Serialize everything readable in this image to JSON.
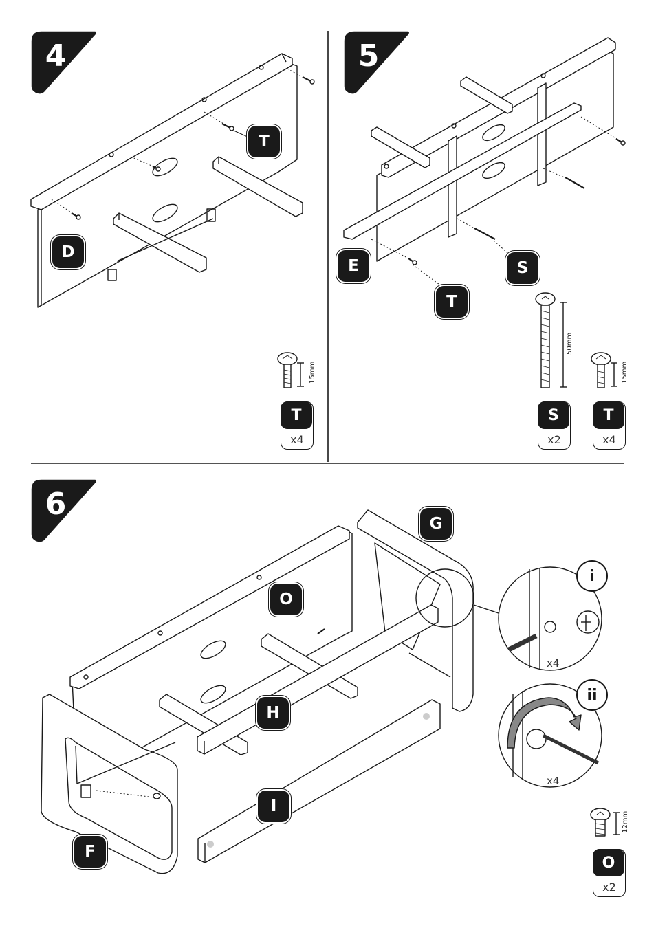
{
  "steps": [
    {
      "number": "4",
      "parts": [
        "D",
        "T"
      ],
      "hardware": [
        {
          "letter": "T",
          "qty": "x4",
          "length": "15mm"
        }
      ]
    },
    {
      "number": "5",
      "parts": [
        "E",
        "S",
        "T"
      ],
      "hardware": [
        {
          "letter": "S",
          "qty": "x2",
          "length": "50mm"
        },
        {
          "letter": "T",
          "qty": "x4",
          "length": "15mm"
        }
      ]
    },
    {
      "number": "6",
      "parts": [
        "G",
        "O",
        "H",
        "I",
        "F"
      ],
      "details": [
        {
          "label": "i",
          "qty": "x4"
        },
        {
          "label": "ii",
          "qty": "x4"
        }
      ],
      "hardware": [
        {
          "letter": "O",
          "qty": "x2",
          "length": "12mm"
        }
      ]
    }
  ]
}
